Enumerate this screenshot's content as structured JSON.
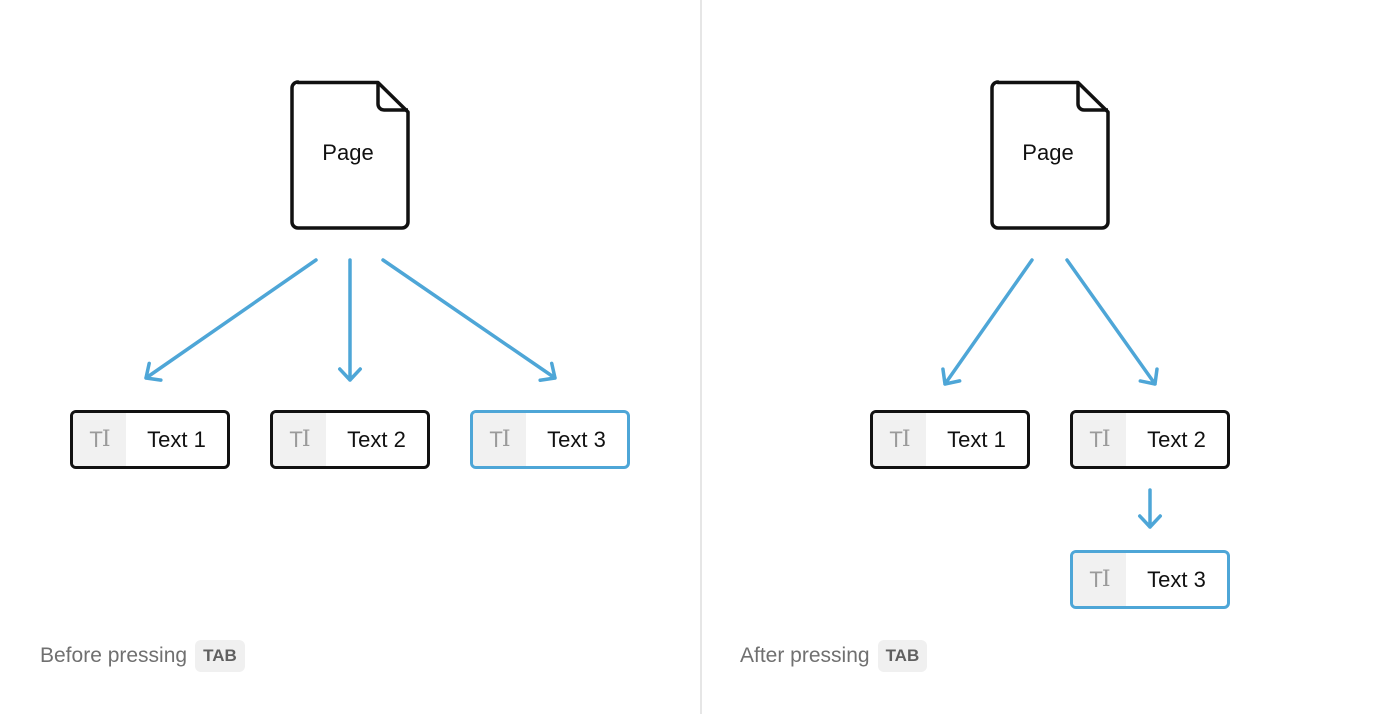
{
  "colors": {
    "selected": "#4ea6d7",
    "block_border": "#111111",
    "arrow": "#4ea6d7"
  },
  "before": {
    "page_label": "Page",
    "blocks": [
      {
        "icon": "text-type-icon",
        "label": "Text 1",
        "selected": false
      },
      {
        "icon": "text-type-icon",
        "label": "Text 2",
        "selected": false
      },
      {
        "icon": "text-type-icon",
        "label": "Text 3",
        "selected": true
      }
    ],
    "caption": "Before pressing",
    "key": "TAB"
  },
  "after": {
    "page_label": "Page",
    "blocks": [
      {
        "icon": "text-type-icon",
        "label": "Text 1",
        "selected": false
      },
      {
        "icon": "text-type-icon",
        "label": "Text 2",
        "selected": false
      },
      {
        "icon": "text-type-icon",
        "label": "Text 3",
        "selected": true,
        "parent": "Text 2"
      }
    ],
    "caption": "After pressing",
    "key": "TAB"
  },
  "icon_glyph": "T"
}
